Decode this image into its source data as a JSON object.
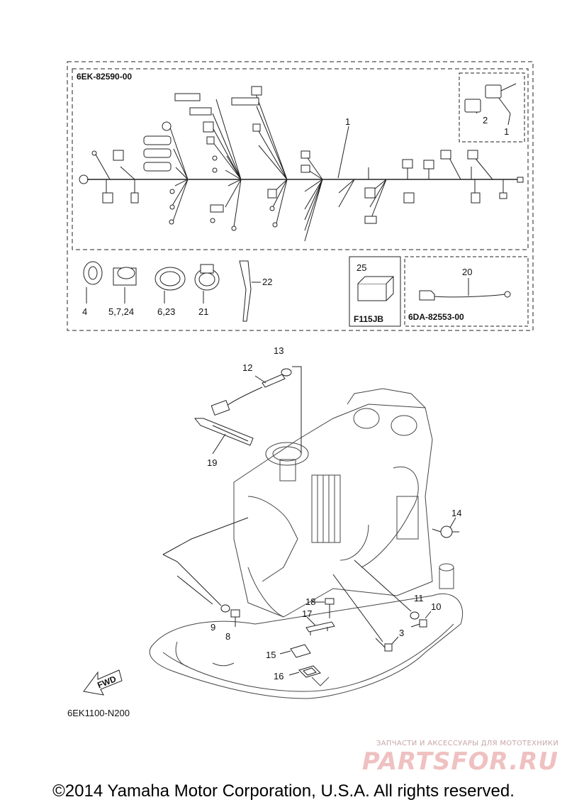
{
  "diagram": {
    "harness_part_number": "6EK-82590-00",
    "sub_harness_part_number": "6DA-82553-00",
    "junction_box_label": "F115JB",
    "figure_code": "6EK1100-N200",
    "forward_arrow_label": "FWD",
    "callouts": {
      "c1": "1",
      "c1b": "1",
      "c2": "2",
      "c3": "3",
      "c4": "4",
      "c5": "5,7,24",
      "c6": "6,23",
      "c8": "8",
      "c9": "9",
      "c10": "10",
      "c11": "11",
      "c12": "12",
      "c13": "13",
      "c14": "14",
      "c15": "15",
      "c16": "16",
      "c17": "17",
      "c18": "18",
      "c19": "19",
      "c20": "20",
      "c21": "21",
      "c22": "22",
      "c25": "25"
    }
  },
  "watermark": {
    "tagline": "ЗАПЧАСТИ И АКСЕССУАРЫ ДЛЯ МОТОТЕХНИКИ",
    "brand": "PARTSFOR.RU"
  },
  "footer": {
    "copyright": "©2014 Yamaha Motor Corporation, U.S.A. All rights reserved."
  }
}
